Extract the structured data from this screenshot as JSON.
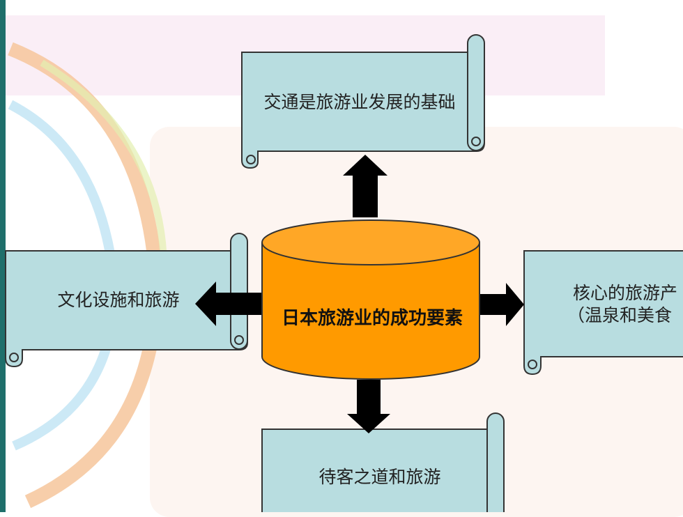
{
  "diagram": {
    "center": {
      "label": "日本旅游业的成功要素",
      "color": "#ff9a00"
    },
    "top": {
      "label": "交通是旅游业发展的基础"
    },
    "left": {
      "label": "文化设施和旅游"
    },
    "right": {
      "line1": "核心的旅游产",
      "line2": "（温泉和美食"
    },
    "bottom": {
      "label": "待客之道和旅游"
    },
    "scroll_color": "#b8dde0",
    "arrow_color": "#000000"
  }
}
